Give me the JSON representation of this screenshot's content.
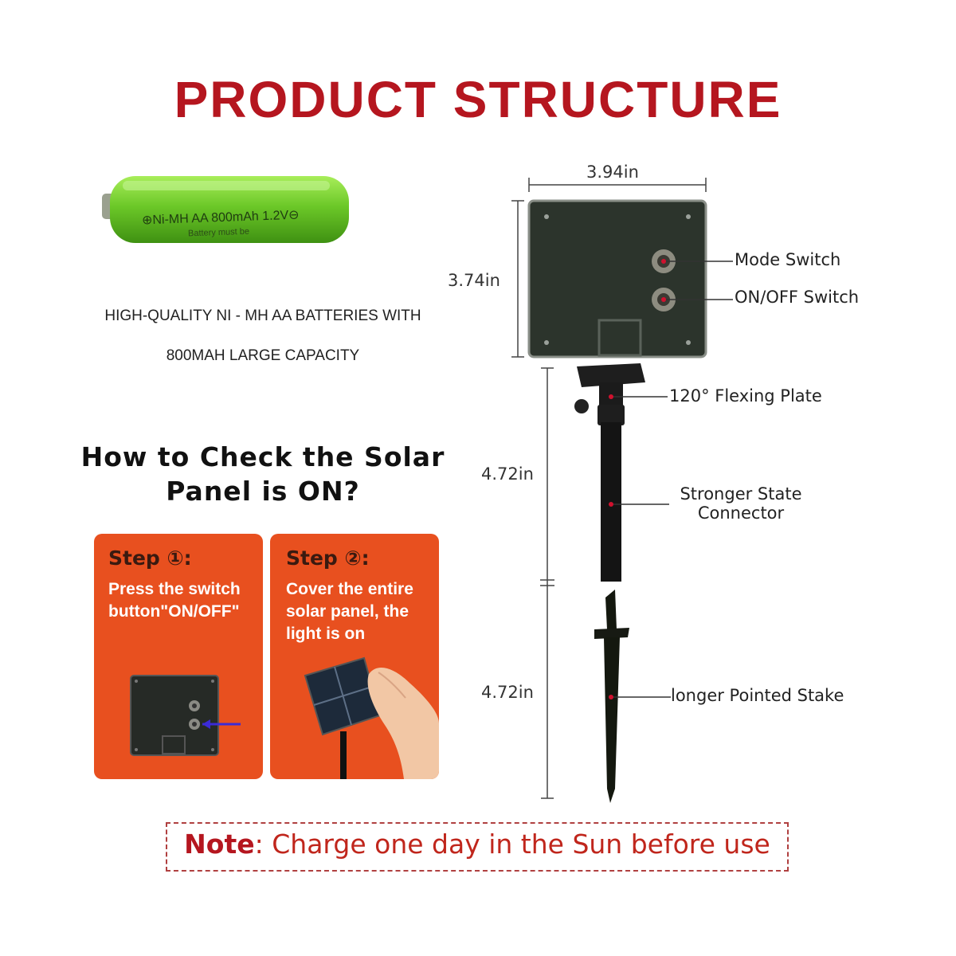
{
  "title": "PRODUCT STRUCTURE",
  "battery": {
    "label_line": "⊕Ni-MH  AA   800mAh  1.2V⊖",
    "label_small": "Battery must be",
    "desc_line1": "HIGH-QUALITY NI - MH AA BATTERIES WITH",
    "desc_line2": "800MAH LARGE CAPACITY"
  },
  "howto": {
    "line1": "How to Check the Solar",
    "line2": "Panel is ON?"
  },
  "steps": [
    {
      "title": "Step ①:",
      "line1": "Press the switch",
      "line2": "button\"ON/OFF\""
    },
    {
      "title": "Step ②:",
      "line1": "Cover the entire",
      "line2": "solar panel, the",
      "line3": "light is on"
    }
  ],
  "dimensions": {
    "width": "3.94in",
    "height": "3.74in",
    "stake_upper": "4.72in",
    "stake_lower": "4.72in"
  },
  "callouts": {
    "mode": "Mode Switch",
    "onoff": "ON/OFF Switch",
    "plate": "120°  Flexing Plate",
    "connector_line1": "Stronger State",
    "connector_line2": "Connector",
    "stake": "longer Pointed Stake"
  },
  "note": {
    "label": "Note",
    "text": ": Charge one day in the Sun before use"
  },
  "colors": {
    "title_red": "#b5161f",
    "step_orange": "#e8501f",
    "battery_green": "#7fd433",
    "panel_dark": "#2c342c"
  }
}
